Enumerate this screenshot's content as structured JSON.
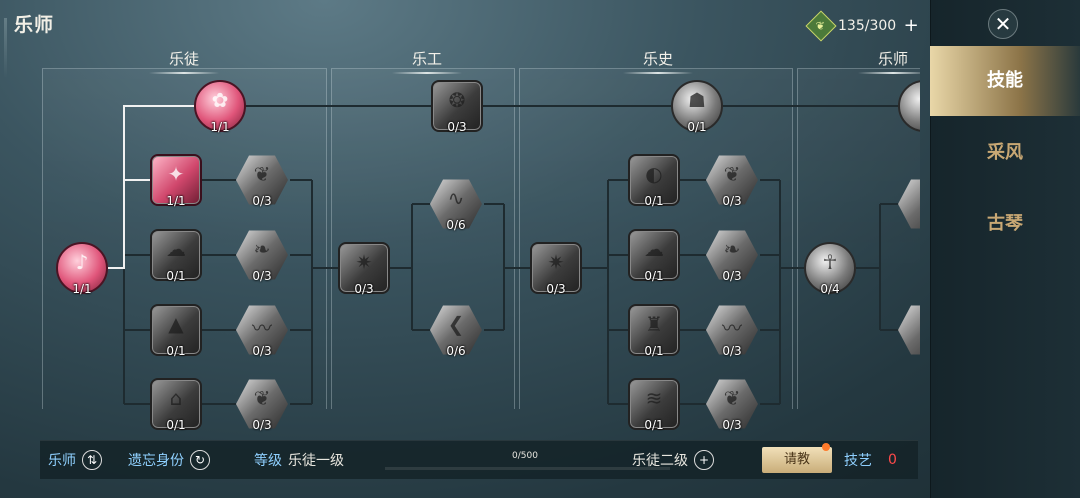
{
  "title": "乐师",
  "currency": {
    "value": "135/300"
  },
  "stages": [
    {
      "label": "乐徒"
    },
    {
      "label": "乐工"
    },
    {
      "label": "乐史"
    },
    {
      "label": "乐师"
    }
  ],
  "nodes": [
    {
      "id": "root",
      "shape": "circ",
      "active": true,
      "level": "1/1"
    },
    {
      "id": "top-a",
      "shape": "circ",
      "active": true,
      "level": "1/1"
    },
    {
      "id": "top-b",
      "shape": "sq",
      "active": false,
      "level": "0/3"
    },
    {
      "id": "top-c",
      "shape": "circ",
      "active": false,
      "level": "0/1"
    },
    {
      "id": "a1",
      "shape": "sq",
      "active": true,
      "level": "1/1"
    },
    {
      "id": "a2",
      "shape": "sq",
      "active": false,
      "level": "0/1"
    },
    {
      "id": "a3",
      "shape": "sq",
      "active": false,
      "level": "0/1"
    },
    {
      "id": "a4",
      "shape": "sq",
      "active": false,
      "level": "0/1"
    },
    {
      "id": "b1",
      "shape": "hex",
      "active": false,
      "level": "0/3"
    },
    {
      "id": "b2",
      "shape": "hex",
      "active": false,
      "level": "0/3"
    },
    {
      "id": "b3",
      "shape": "hex",
      "active": false,
      "level": "0/3"
    },
    {
      "id": "b4",
      "shape": "hex",
      "active": false,
      "level": "0/3"
    },
    {
      "id": "c1",
      "shape": "sq",
      "active": false,
      "level": "0/3"
    },
    {
      "id": "d1",
      "shape": "hex",
      "active": false,
      "level": "0/6"
    },
    {
      "id": "d2",
      "shape": "hex",
      "active": false,
      "level": "0/6"
    },
    {
      "id": "e1",
      "shape": "sq",
      "active": false,
      "level": "0/3"
    },
    {
      "id": "f1",
      "shape": "sq",
      "active": false,
      "level": "0/1"
    },
    {
      "id": "f2",
      "shape": "sq",
      "active": false,
      "level": "0/1"
    },
    {
      "id": "f3",
      "shape": "sq",
      "active": false,
      "level": "0/1"
    },
    {
      "id": "f4",
      "shape": "sq",
      "active": false,
      "level": "0/1"
    },
    {
      "id": "g1",
      "shape": "hex",
      "active": false,
      "level": "0/3"
    },
    {
      "id": "g2",
      "shape": "hex",
      "active": false,
      "level": "0/3"
    },
    {
      "id": "g3",
      "shape": "hex",
      "active": false,
      "level": "0/3"
    },
    {
      "id": "g4",
      "shape": "hex",
      "active": false,
      "level": "0/3"
    },
    {
      "id": "h1",
      "shape": "circ",
      "active": false,
      "level": "0/4"
    }
  ],
  "bottom": {
    "role": "乐师",
    "forget": "遗忘身份",
    "level_label": "等级",
    "level_value": "乐徒一级",
    "exp": "0/500",
    "next_level": "乐徒二级",
    "ask": "请教",
    "skill_label": "技艺",
    "skill_value": "0"
  },
  "tabs": [
    {
      "label": "技能"
    },
    {
      "label": "采风"
    },
    {
      "label": "古琴"
    }
  ],
  "colors": {
    "accent": "#8fd0ff",
    "active_node": "#e0557a",
    "gold": "#c9a874"
  }
}
